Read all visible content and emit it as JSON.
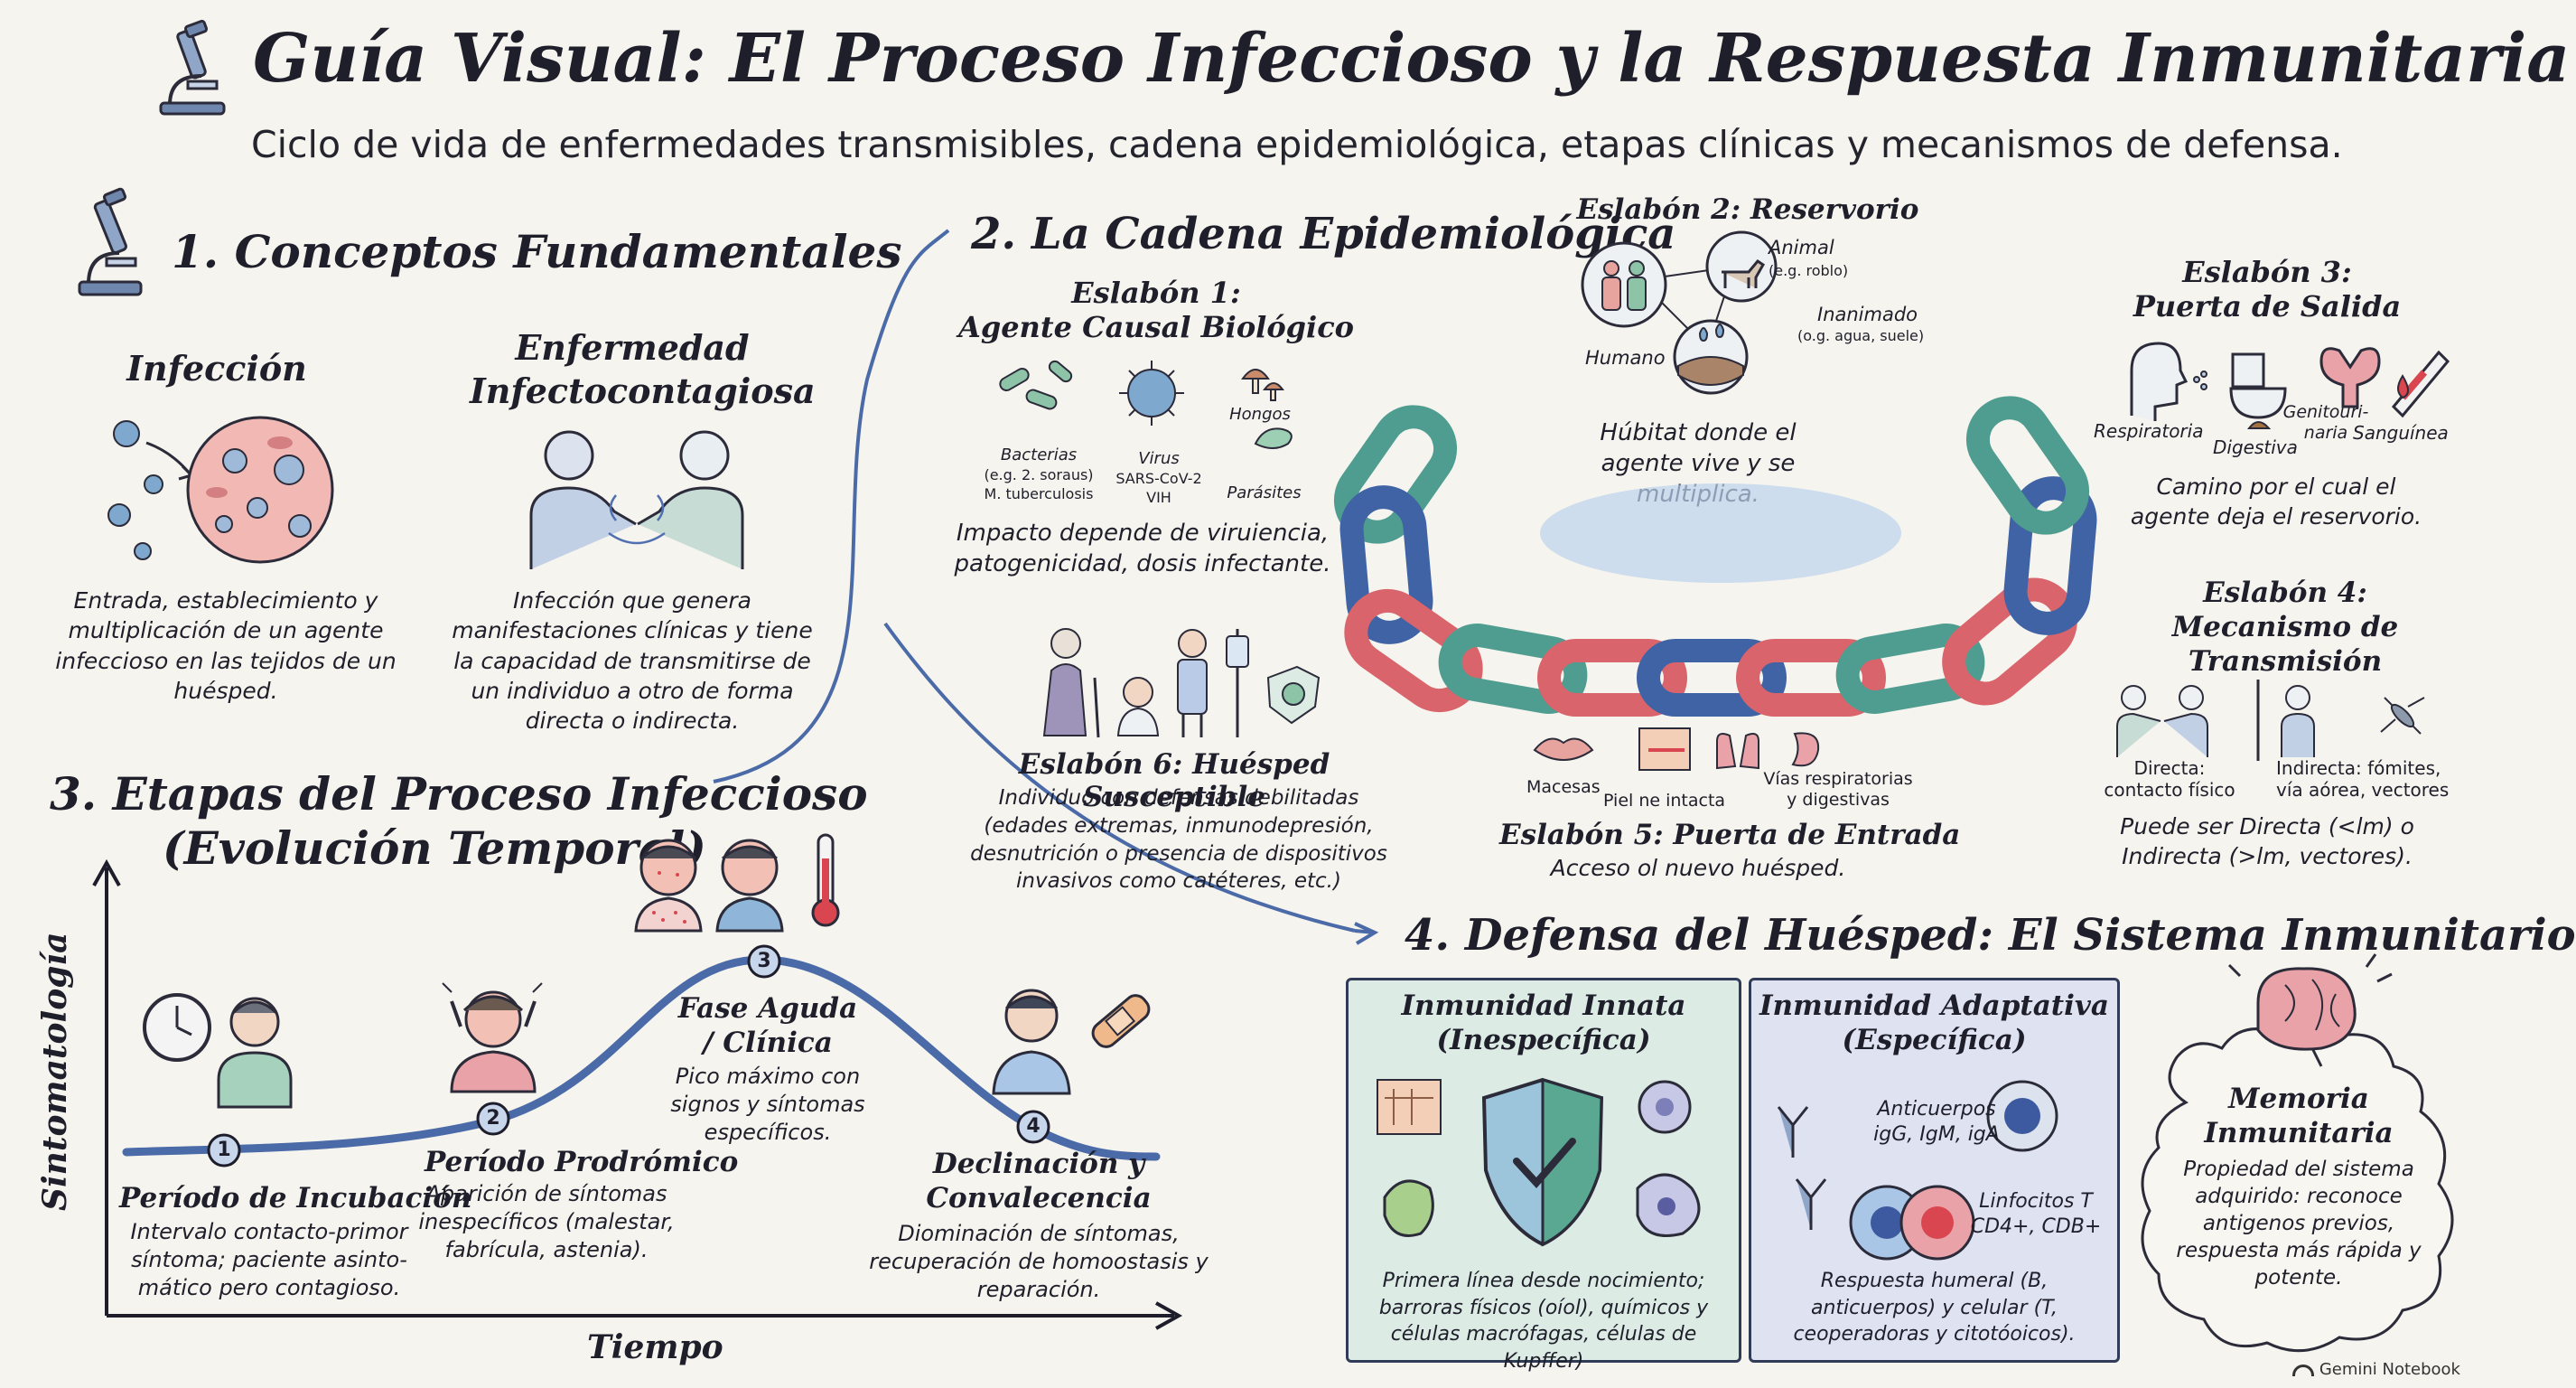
{
  "header": {
    "title": "Guía Visual: El Proceso Infeccioso y la Respuesta Inmunitaria",
    "subtitle": "Ciclo de vida de enfermedades transmisibles, cadena epidemiológica, etapas clínicas y mecanismos de defensa."
  },
  "section1": {
    "title": "1. Conceptos Fundamentales",
    "infeccion": {
      "title": "Infección",
      "desc": "Entrada, establecimiento y multiplicación de un agente infeccioso en las tejidos de un huésped."
    },
    "enfermedad": {
      "title_line1": "Enfermedad",
      "title_line2": "Infectocontagiosa",
      "desc": "Infección que genera manifestaciones clínicas y tiene la capacidad de transmitirse de un individuo a otro de forma directa o indirecta."
    }
  },
  "section2": {
    "title": "2. La Cadena Epidemiológica",
    "link1": {
      "title_line1": "Eslabón 1:",
      "title_line2": "Agente Causal Biológico",
      "bacterias": "Bacterias",
      "bacterias_ex1": "(e.g. 2. soraus)",
      "bacterias_ex2": "M. tuberculosis",
      "virus": "Virus",
      "virus_ex1": "SARS-CoV-2",
      "virus_ex2": "VIH",
      "hongos": "Hongos",
      "parasitos": "Parásites",
      "desc": "Impacto depende de viruiencia, patogenicidad, dosis infectante."
    },
    "link2": {
      "title": "Eslabón 2: Reservorio",
      "animal": "Animal",
      "animal_ex": "(e.g. roblo)",
      "humano": "Humano",
      "inanimado": "Inanimado",
      "inanimado_ex": "(o.g. agua, suele)",
      "desc": "Húbitat donde el agente vive y se multiplica."
    },
    "link3": {
      "title_line1": "Eslabón 3:",
      "title_line2": "Puerta de Salida",
      "respiratoria": "Respiratoria",
      "digestiva": "Digestiva",
      "genitourinaria_l1": "Genitouri-",
      "genitourinaria_l2": "naria",
      "sanguinea": "Sanguínea",
      "desc": "Camino por el cual el agente deja el reservorio."
    },
    "link4": {
      "title_line1": "Eslabón 4:",
      "title_line2": "Mecanismo de",
      "title_line3": "Transmisión",
      "directa_l1": "Directa:",
      "directa_l2": "contacto físico",
      "indirecta_l1": "Indirecta: fómites,",
      "indirecta_l2": "vía aórea, vectores",
      "desc": "Puede ser Directa (<lm) o Indirecta (>lm, vectores)."
    },
    "link5": {
      "macesas": "Macesas",
      "piel": "Piel ne intacta",
      "vias_l1": "Vías respiratorias",
      "vias_l2": "y digestivas",
      "title": "Eslabón 5: Puerta de Entrada",
      "desc": "Acceso ol nuevo huésped."
    },
    "link6": {
      "title": "Eslabón 6: Huésped Susceptible",
      "desc": "Individuo con defensas debilitadas (edades extremas, inmunodepresión, desnutrición o presencia de dispositivos invasivos como catéteres, etc.)"
    }
  },
  "section3": {
    "title_line1": "3. Etapas del Proceso Infeccioso",
    "title_line2": "(Evolución Temporal)",
    "y_axis": "Sintomatología",
    "x_axis": "Tiempo",
    "stage1": {
      "num": "1",
      "title": "Período de Incubación",
      "desc": "Intervalo contacto-primor síntoma; paciente asinto-mático pero contagioso."
    },
    "stage2": {
      "num": "2",
      "title": "Período Prodrómico",
      "desc": "Aparición de síntomas inespecíficos (malestar, fabrícula, astenia)."
    },
    "stage3": {
      "num": "3",
      "title_line1": "Fase Aguda",
      "title_line2": "/ Clínica",
      "desc": "Pico máximo con signos y síntomas específicos."
    },
    "stage4": {
      "num": "4",
      "title_line1": "Declinación y",
      "title_line2": "Convalecencia",
      "desc": "Diominación de síntomas, recuperación de homoostasis y reparación."
    }
  },
  "section4": {
    "title": "4. Defensa del Huésped: El Sistema Inmunitario",
    "innate": {
      "title_line1": "Inmunidad Innata",
      "title_line2": "(Inespecífica)",
      "desc": "Primera línea desde nocimiento; barroras físicos (oíol), químicos y células macrófagas, células de Kupffer)"
    },
    "adaptive": {
      "title_line1": "Inmunidad Adaptativa",
      "title_line2": "(Específica)",
      "anticuerpos": "Anticuerpos",
      "anticuerpos_ex": "igG, IgM, igA",
      "linfocitos": "Linfocitos T",
      "linfocitos_ex": "CD4+, CDB+",
      "desc": "Respuesta humeral (B, anticuerpos) y celular (T, ceoperadoras y citotóoicos)."
    },
    "memory": {
      "title_line1": "Memoria",
      "title_line2": "Inmunitaria",
      "desc": "Propiedad del sistema adquirido: reconoce antigenos previos, respuesta más rápida y potente."
    }
  },
  "footer": {
    "credit": "Gemini Notebook"
  },
  "colors": {
    "chain_blue": "#3f63a4",
    "chain_teal": "#4f9d90",
    "chain_red": "#d9646b",
    "curve": "#4b6aa8",
    "innate_bg": "#dcebe4",
    "adaptive_bg": "#dfe3f1"
  }
}
